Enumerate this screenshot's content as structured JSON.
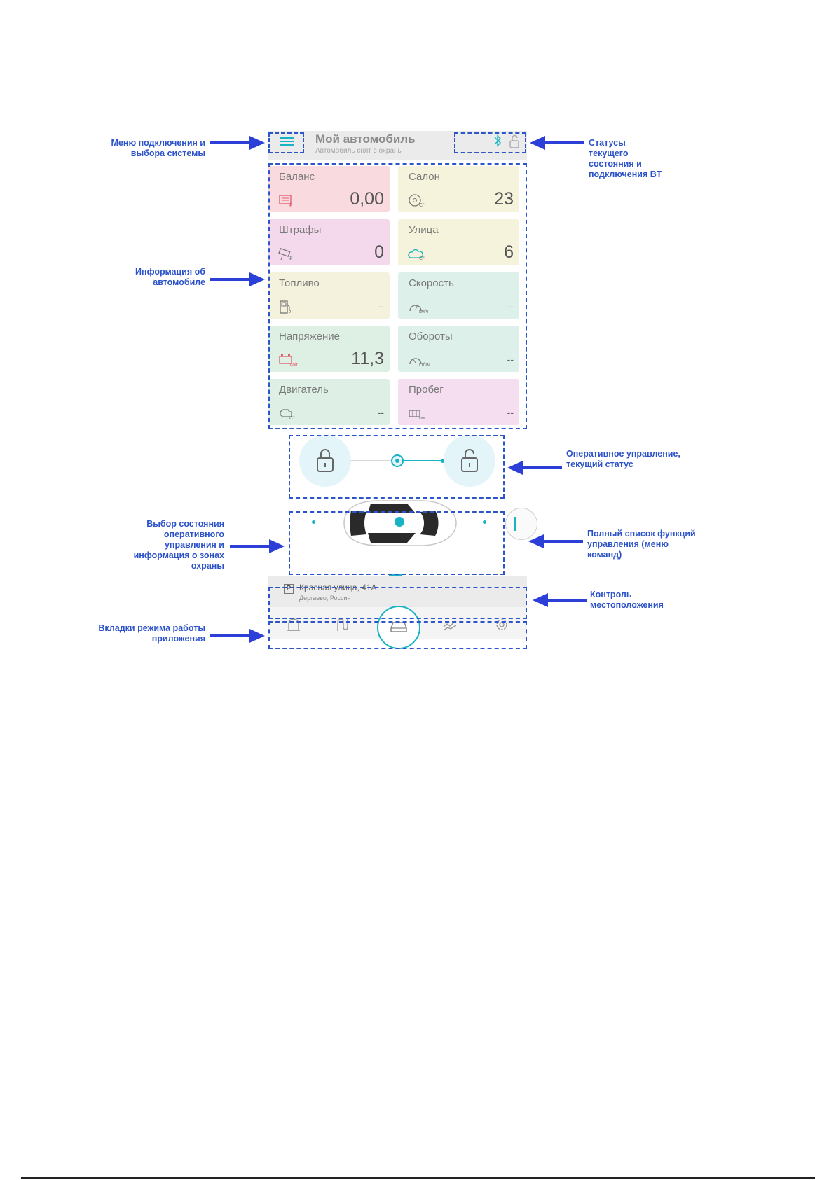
{
  "header": {
    "title": "Мой автомобиль",
    "subtitle": "Автомобиль снят с охраны"
  },
  "tiles": [
    {
      "label": "Баланс",
      "value": "0,00",
      "unit": "₽",
      "icon": "wallet-icon",
      "color": "#f9dadf"
    },
    {
      "label": "Салон",
      "value": "23",
      "unit": "C°",
      "icon": "steering-wheel-icon",
      "color": "#f5f3dc"
    },
    {
      "label": "Штрафы",
      "value": "0",
      "unit": "₽",
      "icon": "camera-icon",
      "color": "#f4d9ec"
    },
    {
      "label": "Улица",
      "value": "6",
      "unit": "C°",
      "icon": "cloud-icon",
      "color": "#f5f3dc"
    },
    {
      "label": "Топливо",
      "value": "--",
      "unit": "Л",
      "icon": "fuel-icon",
      "color": "#f4f2dc"
    },
    {
      "label": "Скорость",
      "value": "--",
      "unit": "км/ч",
      "icon": "speedometer-icon",
      "color": "#def0ea"
    },
    {
      "label": "Напряжение",
      "value": "11,3",
      "unit": "Volt",
      "icon": "battery-icon",
      "color": "#def0e4"
    },
    {
      "label": "Обороты",
      "value": "--",
      "unit": "Об/м",
      "icon": "tachometer-icon",
      "color": "#def0ea"
    },
    {
      "label": "Двигатель",
      "value": "--",
      "unit": "C°",
      "icon": "engine-icon",
      "color": "#def0e6"
    },
    {
      "label": "Пробег",
      "value": "--",
      "unit": "км",
      "icon": "odometer-icon",
      "color": "#f4def0"
    }
  ],
  "location": {
    "parking": "P",
    "address": "Красная улица, 41А",
    "city": "Дергаево, Россия"
  },
  "tabs": [
    "alarm-tab",
    "route-tab",
    "car-tab",
    "chart-tab",
    "settings-tab"
  ],
  "annotations": {
    "menu": "Меню подключения и выбора системы",
    "statuses": "Статусы текущего состояния и подключения BT",
    "info": "Информация об автомобиле",
    "control": "Оперативное управление, текущий статус",
    "select": "Выбор состояния оперативного управления и информация о зонах охраны",
    "commands": "Полный список функций управления (меню команд)",
    "location": "Контроль местоположения",
    "tabs": "Вкладки режима работы приложения"
  },
  "colors": {
    "accent": "#19b3c6",
    "annotation": "#2b52c8"
  }
}
